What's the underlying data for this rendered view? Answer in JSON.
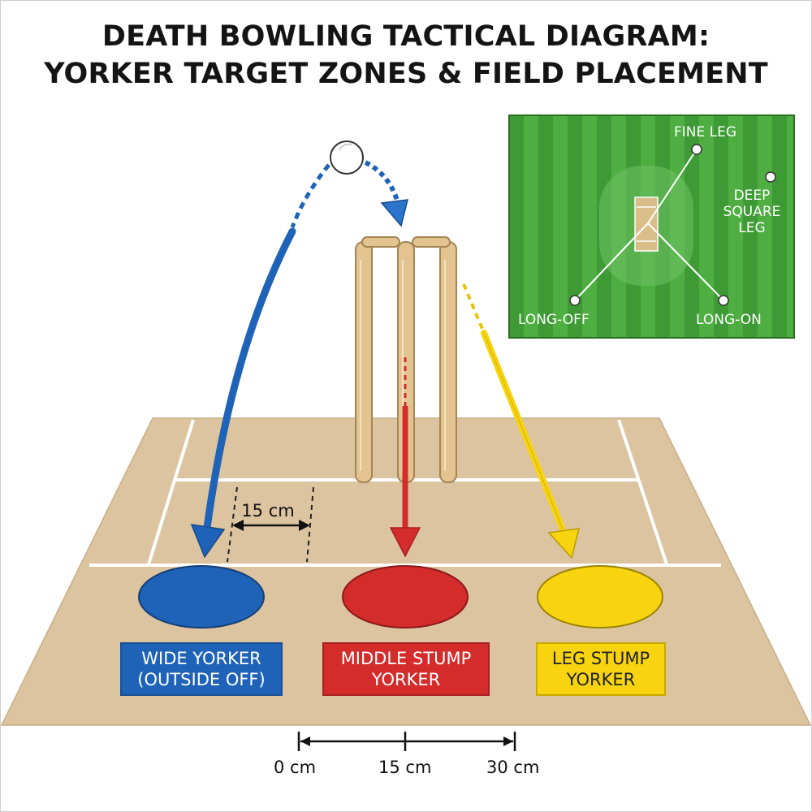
{
  "title": {
    "line1": "DEATH BOWLING TACTICAL DIAGRAM:",
    "line2": "YORKER TARGET ZONES & FIELD PLACEMENT"
  },
  "zones": [
    {
      "id": "wide",
      "line1": "WIDE YORKER",
      "line2": "(OUTSIDE OFF)",
      "color": "#1f63b8"
    },
    {
      "id": "middle",
      "line1": "MIDDLE STUMP",
      "line2": "YORKER",
      "color": "#d42b2b"
    },
    {
      "id": "leg",
      "line1": "LEG STUMP",
      "line2": "YORKER",
      "color": "#f7d40f"
    }
  ],
  "gap_label": "15 cm",
  "scale": {
    "start": "0 cm",
    "mid": "15 cm",
    "end": "30 cm"
  },
  "field": {
    "fine_leg": "FINE LEG",
    "deep_square_leg_1": "DEEP",
    "deep_square_leg_2": "SQUARE",
    "deep_square_leg_3": "LEG",
    "long_off": "LONG-OFF",
    "long_on": "LONG-ON"
  },
  "colors": {
    "pitch": "#dcc4a0",
    "grass_dark": "#3e9a34",
    "grass_light": "#4fae42",
    "stumps": "#e3c490"
  }
}
